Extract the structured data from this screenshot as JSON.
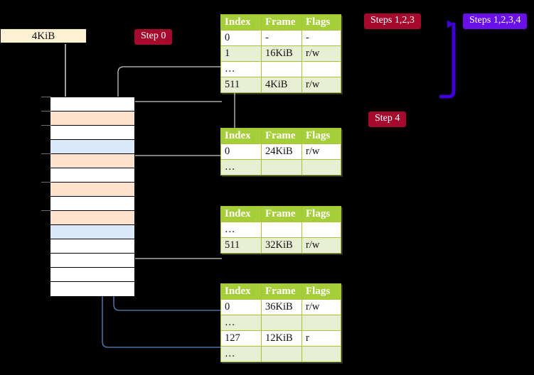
{
  "labels": {
    "size_box": "4KiB",
    "step0": "Step 0",
    "step4": "Step 4",
    "steps123": "Steps 1,2,3",
    "steps1234": "Steps 1,2,3,4"
  },
  "colors": {
    "table_header_bg": "#a6ce39",
    "table_alt_row": "#e9efd4",
    "highlight": "#fbf8a0",
    "badge_red": "#a50a2e",
    "badge_violet": "#6a10e8",
    "mem_orange": "#fde3cd",
    "mem_blue": "#dbe8f7",
    "box_cream": "#fdf1d4",
    "connector_grey": "#b9b9b9",
    "connector_blue": "#5b87c4"
  },
  "table_headers": [
    "Index",
    "Frame",
    "Flags"
  ],
  "tables": [
    {
      "name": "pml4-table",
      "rows": [
        {
          "index": "0",
          "frame": "-",
          "flags": "-",
          "alt": false,
          "highlight": false
        },
        {
          "index": "1",
          "frame": "16KiB",
          "flags": "r/w",
          "alt": true,
          "highlight": false
        },
        {
          "index": "…",
          "frame": "",
          "flags": "",
          "alt": false,
          "highlight": false
        },
        {
          "index": "511",
          "frame": "4KiB",
          "flags": "r/w",
          "alt": true,
          "highlight": true
        }
      ]
    },
    {
      "name": "pdp-table",
      "rows": [
        {
          "index": "0",
          "frame": "24KiB",
          "flags": "r/w",
          "alt": false,
          "highlight": false
        },
        {
          "index": "…",
          "frame": "",
          "flags": "",
          "alt": true,
          "highlight": false
        }
      ]
    },
    {
      "name": "pd-table",
      "rows": [
        {
          "index": "…",
          "frame": "",
          "flags": "",
          "alt": false,
          "highlight": false
        },
        {
          "index": "511",
          "frame": "32KiB",
          "flags": "r/w",
          "alt": true,
          "highlight": false
        }
      ]
    },
    {
      "name": "pt-table",
      "rows": [
        {
          "index": "0",
          "frame": "36KiB",
          "flags": "r/w",
          "alt": false,
          "highlight": false
        },
        {
          "index": "…",
          "frame": "",
          "flags": "",
          "alt": true,
          "highlight": false
        },
        {
          "index": "127",
          "frame": "12KiB",
          "flags": "r",
          "alt": false,
          "highlight": false
        },
        {
          "index": "…",
          "frame": "",
          "flags": "",
          "alt": true,
          "highlight": false
        }
      ]
    }
  ],
  "memory_rows": [
    {
      "fill": "white",
      "tick": true
    },
    {
      "fill": "orange",
      "tick": true
    },
    {
      "fill": "white",
      "tick": true
    },
    {
      "fill": "blue",
      "tick": false
    },
    {
      "fill": "orange",
      "tick": true
    },
    {
      "fill": "white",
      "tick": false
    },
    {
      "fill": "orange",
      "tick": true
    },
    {
      "fill": "white",
      "tick": false
    },
    {
      "fill": "orange",
      "tick": true
    },
    {
      "fill": "blue",
      "tick": false
    },
    {
      "fill": "white",
      "tick": false
    },
    {
      "fill": "white",
      "tick": false
    },
    {
      "fill": "white",
      "tick": false
    },
    {
      "fill": "white",
      "tick": false
    }
  ]
}
